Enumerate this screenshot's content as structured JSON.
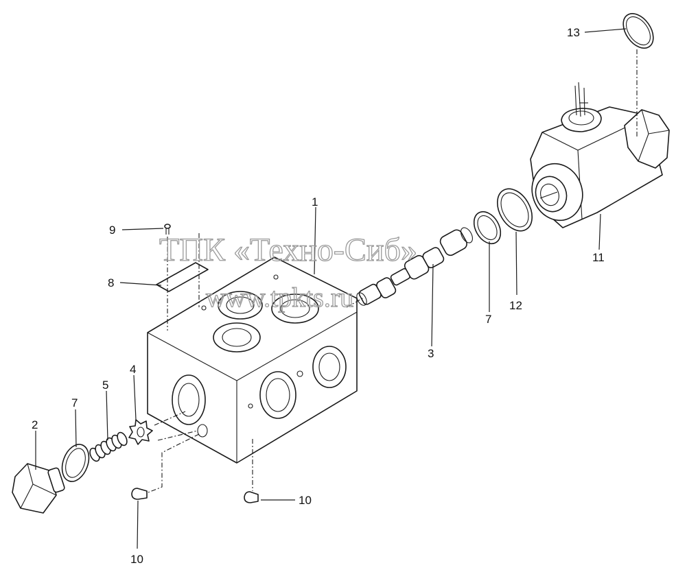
{
  "callouts": {
    "c1": "1",
    "c2": "2",
    "c3": "3",
    "c4": "4",
    "c5": "5",
    "c7a": "7",
    "c7b": "7",
    "c8": "8",
    "c9": "9",
    "c10a": "10",
    "c10b": "10",
    "c11": "11",
    "c12": "12",
    "c13": "13"
  },
  "watermark": {
    "line1": "ТПК «Техно-Сиб»",
    "line2": "www.tpkts.ru"
  },
  "colors": {
    "ink": "#1a1a1a",
    "watermark": "#9a9a9a",
    "background": "#ffffff"
  }
}
